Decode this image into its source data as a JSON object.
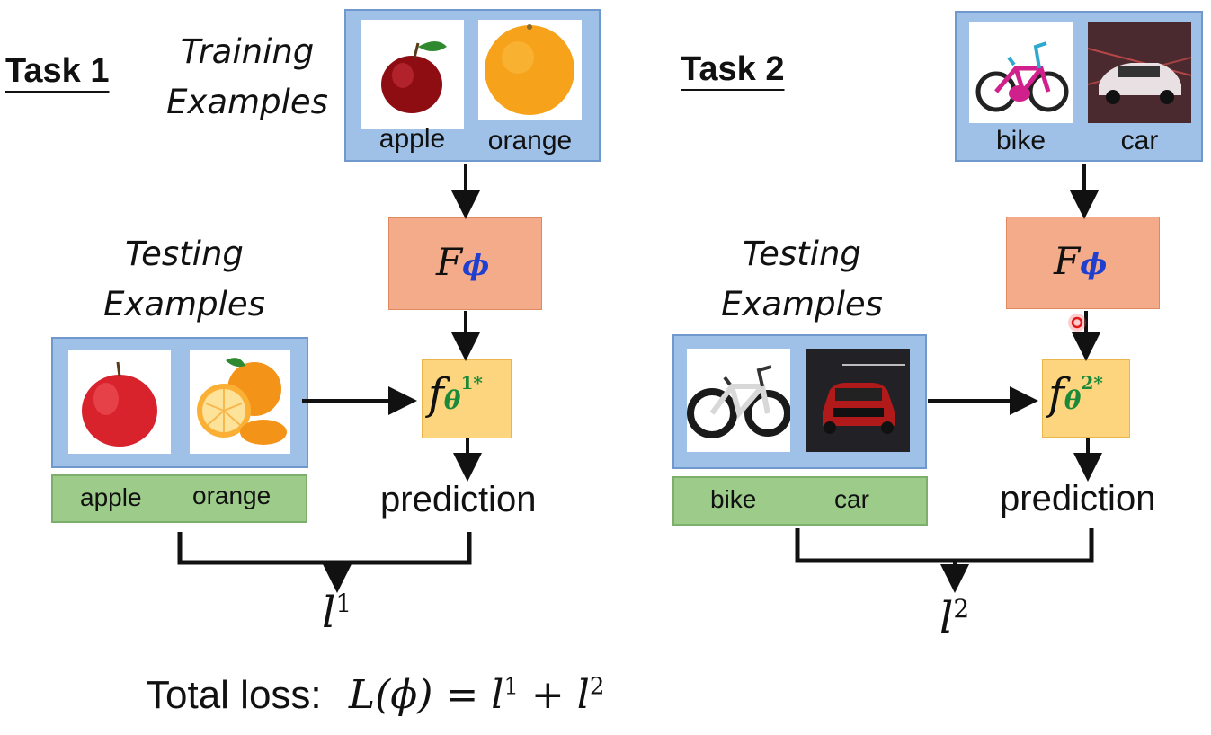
{
  "task1": {
    "title": "Task 1",
    "training_label_line1": "Training",
    "training_label_line2": "Examples",
    "training_caps": [
      "apple",
      "orange"
    ],
    "testing_label_line1": "Testing",
    "testing_label_line2": "Examples",
    "testing_caps": [
      "apple",
      "orange"
    ],
    "meta_model_letter": "F",
    "meta_model_sub": "ϕ",
    "model_letter": "f",
    "model_sub": "θ",
    "model_sup": "1*",
    "prediction": "prediction",
    "loss_letter": "l",
    "loss_sup": "1"
  },
  "task2": {
    "title": "Task 2",
    "training_caps": [
      "bike",
      "car"
    ],
    "testing_label_line1": "Testing",
    "testing_label_line2": "Examples",
    "testing_caps": [
      "bike",
      "car"
    ],
    "meta_model_letter": "F",
    "meta_model_sub": "ϕ",
    "model_letter": "f",
    "model_sub": "θ",
    "model_sup": "2*",
    "prediction": "prediction",
    "loss_letter": "l",
    "loss_sup": "2"
  },
  "total": {
    "label": "Total loss:",
    "lhs": "L(ϕ) = l",
    "sup1": "1",
    "mid": " + l",
    "sup2": "2"
  },
  "icons": [
    "apple-icon",
    "orange-icon",
    "bike-icon",
    "car-icon",
    "cursor-indicator-icon"
  ],
  "colors": {
    "example_box": "#9fc1e8",
    "label_box": "#9ccb8a",
    "meta_model_box": "#f4ab8a",
    "model_box": "#fdd57e",
    "phi_color": "#1f3fd0",
    "theta_color": "#1a8a3a"
  }
}
